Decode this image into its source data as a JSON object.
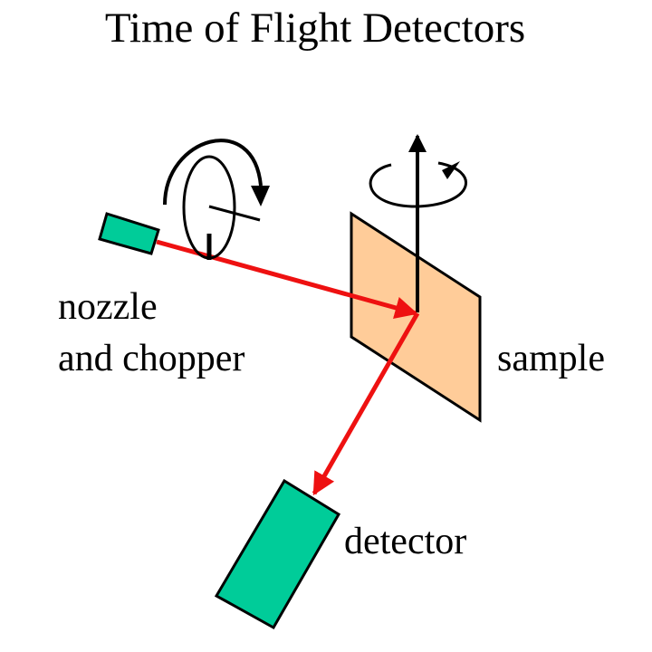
{
  "title": "Time of Flight Detectors",
  "labels": {
    "nozzle_line1": "nozzle",
    "nozzle_line2": "and chopper",
    "sample": "sample",
    "detector": "detector"
  },
  "colors": {
    "nozzle_fill": "#00cc99",
    "detector_fill": "#00cc99",
    "sample_fill": "#ffcc99",
    "beam": "#ee1111",
    "outline": "#000000"
  }
}
